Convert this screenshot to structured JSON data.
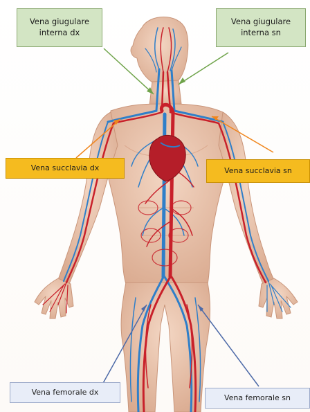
{
  "labels": {
    "jugular_dx": "Vena giugulare\ninterna dx",
    "jugular_sn": "Vena giugulare\ninterna sn",
    "subclavia_dx": "Vena succlavia dx",
    "subclavia_sn": "Vena succlavia sn",
    "femoral_dx": "Vena femorale dx",
    "femoral_sn": "Vena femorale sn"
  },
  "colors": {
    "skin": "#e9c5ae",
    "skin_shadow": "#d7a88e",
    "artery": "#c8202a",
    "vein": "#2f7fc9",
    "label_green": "#d3e5c4",
    "label_orange": "#f5bb1f",
    "label_blue": "#e8edf8",
    "arrow_green": "#6fa34a",
    "arrow_orange": "#f0861d",
    "arrow_blue": "#4d6aa8"
  }
}
